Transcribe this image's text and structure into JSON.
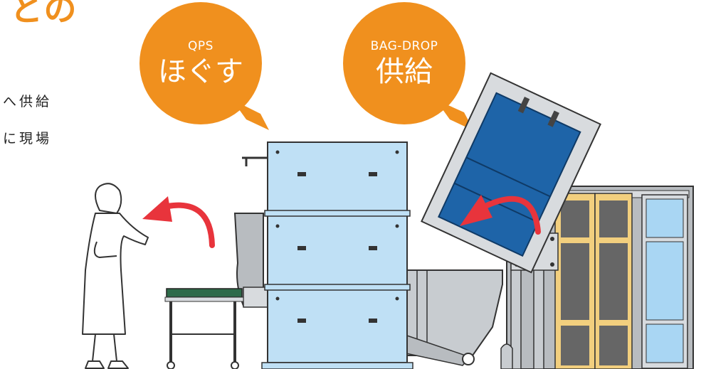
{
  "heading": "との",
  "body_text": {
    "line1": "へ供給",
    "line2": "に現場"
  },
  "bubbles": {
    "qps": {
      "label_en": "QPS",
      "label_jp": "ほぐす"
    },
    "bag_drop": {
      "label_en": "BAG-DROP",
      "label_jp": "供給"
    }
  },
  "colors": {
    "accent_orange": "#f0901e",
    "machine_light_blue": "#bfe0f5",
    "tilted_bin_blue": "#1e64a8",
    "arrow_red": "#e8343c",
    "conveyor_green": "#2e6b4a",
    "frame_yellow": "#f2cf7e",
    "panel_gray": "#666666",
    "steel_gray": "#b8bcc0"
  }
}
